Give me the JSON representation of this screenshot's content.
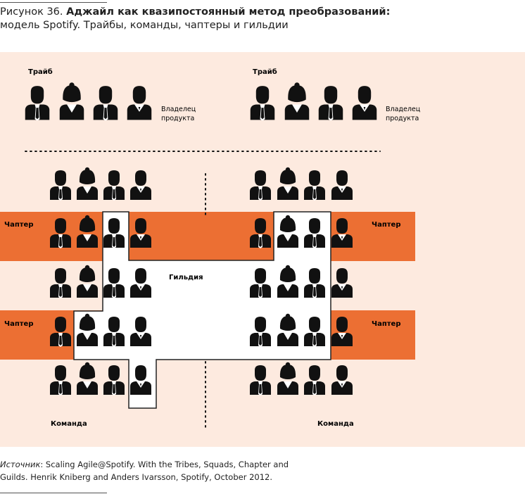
{
  "caption": {
    "figure_number": "Рисунок 36.",
    "title_bold": "Аджайл как квазипостоянный метод преобразований:",
    "subtitle": "модель Spotify. Трайбы, команды, чаптеры и гильдии"
  },
  "diagram": {
    "tribe_label": "Трайб",
    "product_owner_line1": "Владелец",
    "product_owner_line2": "продукта",
    "chapter_label": "Чаптер",
    "guild_label": "Гильдия",
    "squad_label": "Команда",
    "colors": {
      "panel_background": "#fdeadf",
      "chapter_band": "#ec6f33",
      "guild_area": "#ffffff",
      "person": "#111111"
    }
  },
  "source": {
    "label": "Источник",
    "line1": ": Scaling Agile@Spotify. With the Tribes, Squads, Chapter and",
    "line2": "Guilds. Henrik Kniberg and Anders Ivarsson, Spotify, October 2012."
  }
}
